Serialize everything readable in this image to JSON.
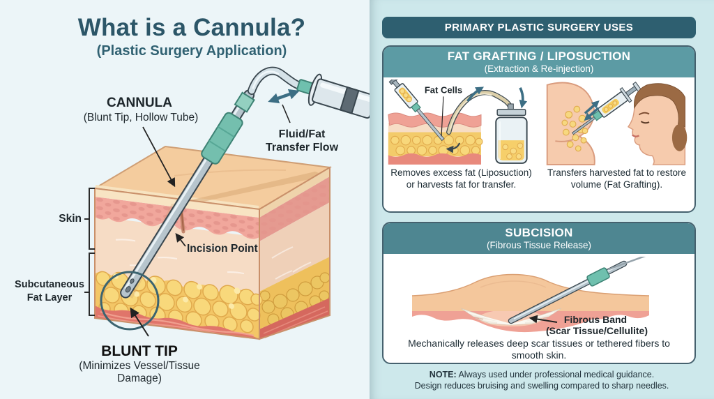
{
  "colors": {
    "left_bg": "#ecf5f8",
    "right_bg": "#cde8eb",
    "header_bg": "#2e5f70",
    "panel1_header_bg": "#5c9ba4",
    "panel2_header_bg": "#4e8691",
    "panel_border": "#45616e",
    "title_text": "#2c5668",
    "label_text": "#1d262b",
    "arrow_teal": "#3c6e84",
    "cannula_teal": "#6fc0ae",
    "metal_gray": "#b7c5cd",
    "fat_yellow": "#f3c666",
    "skin_pink": "#f1a79c",
    "muscle_red": "#e0756a"
  },
  "left": {
    "title": "What is a Cannula?",
    "subtitle": "(Plastic Surgery Application)",
    "labels": {
      "cannula": "CANNULA",
      "cannula_sub": "(Blunt Tip, Hollow Tube)",
      "flow": [
        "Fluid/Fat",
        "Transfer Flow"
      ],
      "skin": "Skin",
      "incision": "Incision Point",
      "fat_layer": [
        "Subcutaneous",
        "Fat Layer"
      ],
      "blunt_tip": "BLUNT TIP",
      "blunt_tip_sub": [
        "(Minimizes Vessel/Tissue",
        "Damage)"
      ]
    }
  },
  "right": {
    "header": "PRIMARY PLASTIC SURGERY USES",
    "panel1": {
      "title": "FAT GRAFTING / LIPOSUCTION",
      "subtitle": "(Extraction & Re-injection)",
      "fat_cells_label": "Fat Cells",
      "caption_left": "Removes excess fat (Liposuction) or harvests fat for transfer.",
      "caption_right": "Transfers harvested fat to restore volume (Fat Grafting)."
    },
    "panel2": {
      "title": "SUBCISION",
      "subtitle": "(Fibrous Tissue Release)",
      "band_label": [
        "Fibrous Band",
        "(Scar Tissue/Cellulite)"
      ],
      "caption": "Mechanically releases deep scar tissues or tethered fibers to smooth skin."
    },
    "note": {
      "bold": "NOTE:",
      "line1": " Always used under professional medical guidance.",
      "line2": "Design reduces bruising and swelling compared to sharp needles."
    }
  }
}
